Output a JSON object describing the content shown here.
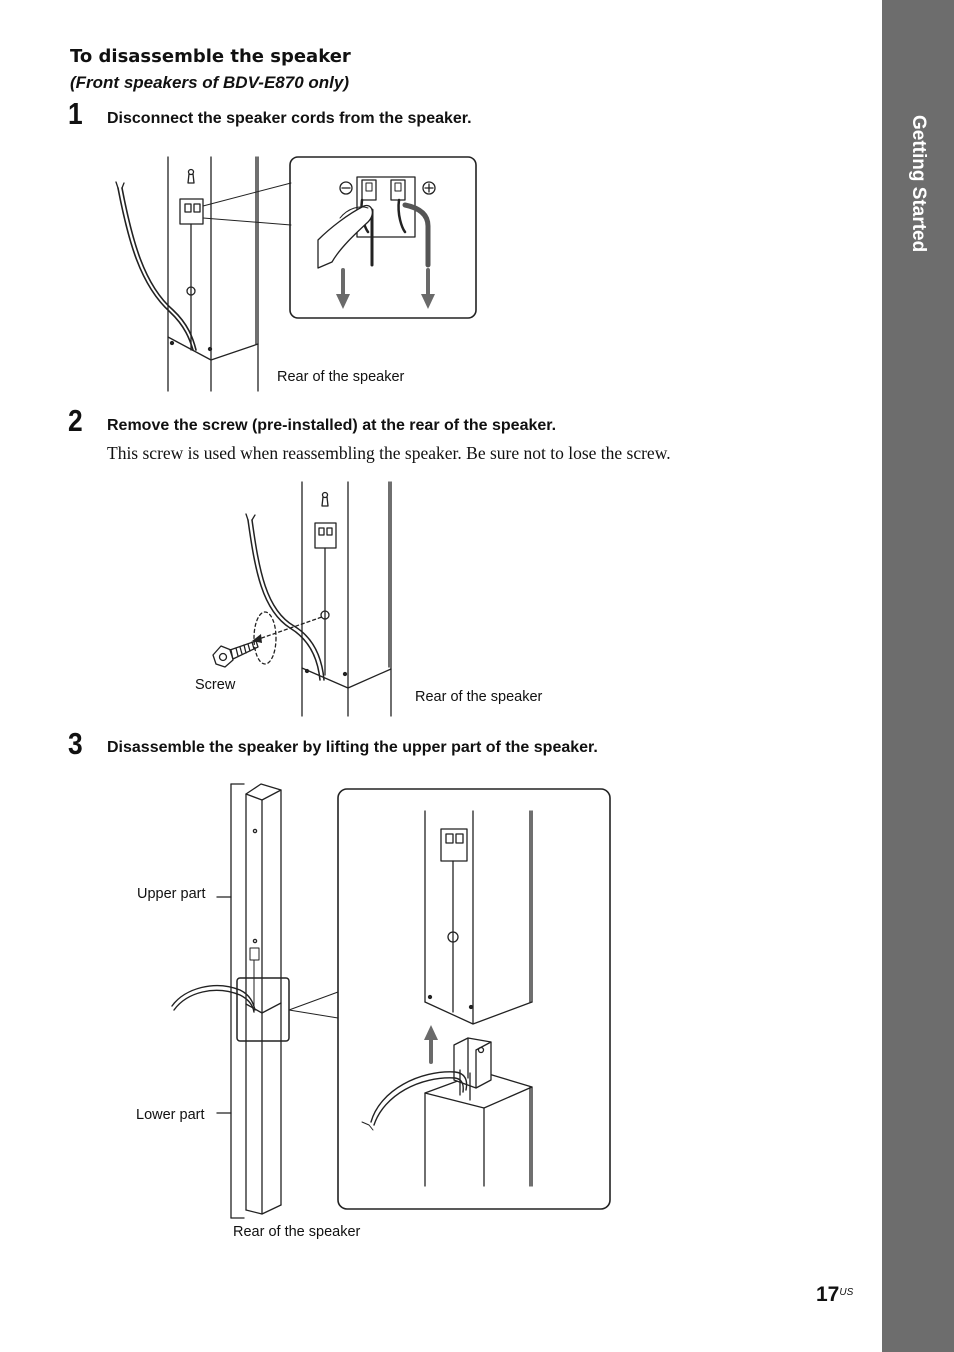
{
  "sidebar": {
    "section_label": "Getting Started"
  },
  "heading": {
    "title": "To disassemble the speaker",
    "subtitle": "(Front speakers of BDV-E870 only)"
  },
  "steps": [
    {
      "number": "1",
      "instruction": "Disconnect the speaker cords from the speaker.",
      "caption": "Rear of the speaker"
    },
    {
      "number": "2",
      "instruction": "Remove the screw (pre-installed) at the rear of the speaker.",
      "note": "This screw is used when reassembling the speaker. Be sure not to lose the screw.",
      "caption_screw": "Screw",
      "caption": "Rear of the speaker"
    },
    {
      "number": "3",
      "instruction": "Disassemble the speaker by lifting the upper part of the speaker.",
      "caption_upper": "Upper part",
      "caption_lower": "Lower part",
      "caption": "Rear of the speaker"
    }
  ],
  "footer": {
    "page_number": "17",
    "page_suffix": "US"
  }
}
